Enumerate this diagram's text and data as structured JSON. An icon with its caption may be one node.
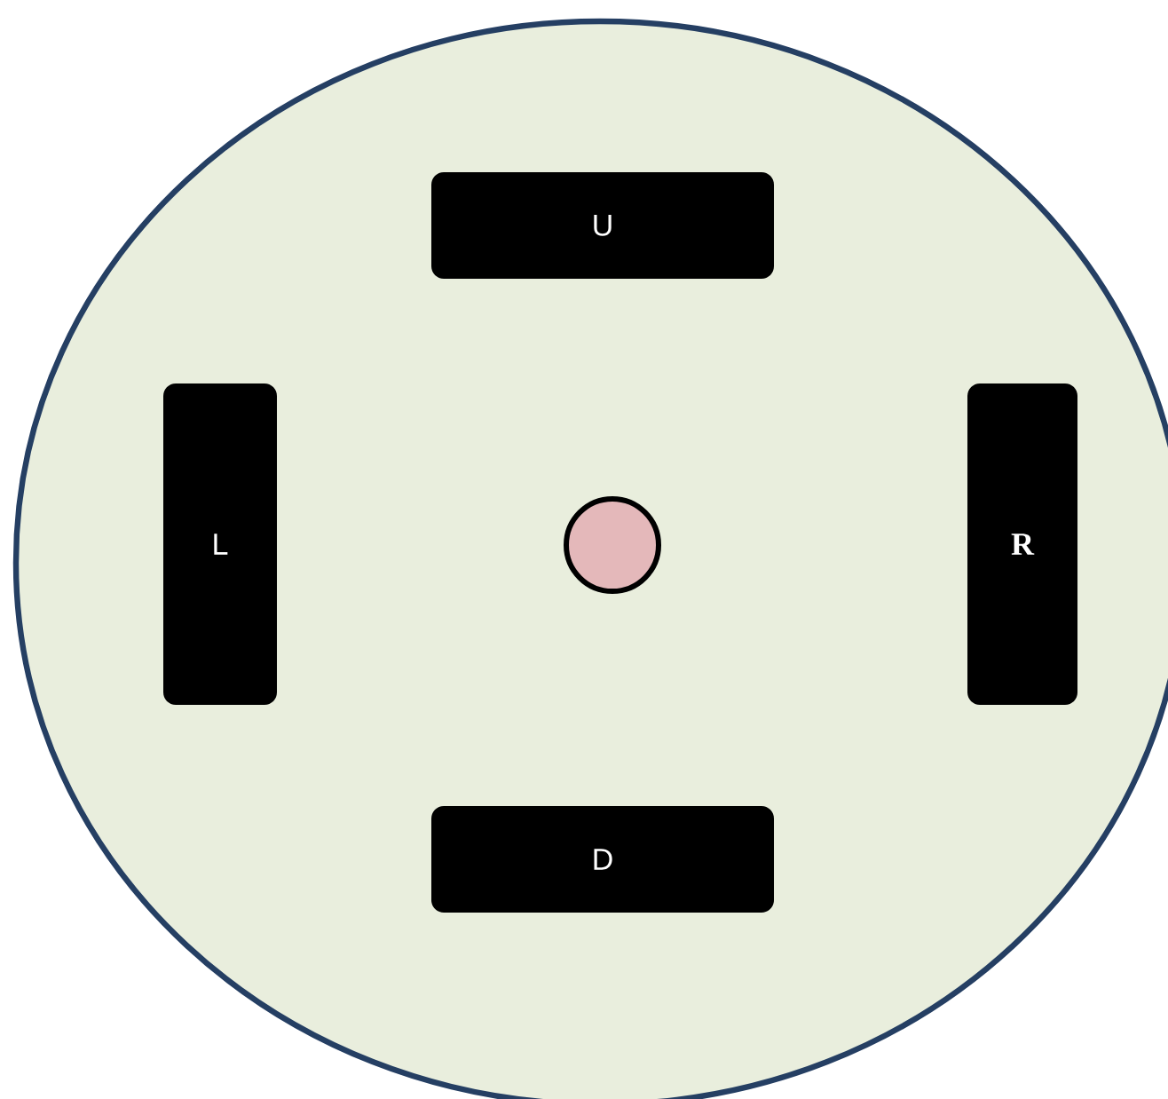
{
  "diagram": {
    "nodes": [
      {
        "text": [],
        "shape": "circle"
      },
      {
        "text": [
          "U"
        ],
        "in": 0
      },
      {
        "text": [
          "L"
        ],
        "in": 0
      },
      {
        "text": [],
        "shape": "circle",
        "in": 0
      },
      {
        "text": [
          "R"
        ],
        "in": 0
      },
      {
        "text": [
          "D"
        ],
        "in": 0
      }
    ]
  }
}
